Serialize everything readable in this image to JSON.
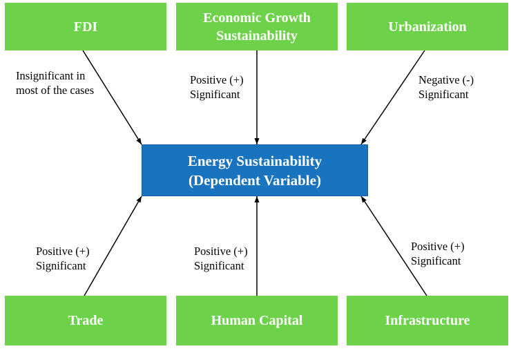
{
  "diagram": {
    "center": {
      "text": "Energy Sustainability\n(Dependent Variable)",
      "color": "#1a73be"
    },
    "node_color": "#6dd24a",
    "nodes": {
      "fdi": "FDI",
      "economic_growth": "Economic Growth\nSustainability",
      "urbanization": "Urbanization",
      "trade": "Trade",
      "human_capital": "Human Capital",
      "infrastructure": "Infrastructure"
    },
    "edge_labels": {
      "fdi": "Insignificant in\nmost of the cases",
      "economic_growth": "Positive (+)\nSignificant",
      "urbanization": "Negative (-)\nSignificant",
      "trade": "Positive (+)\nSignificant",
      "human_capital": "Positive (+)\nSignificant",
      "infrastructure": "Positive (+)\nSignificant"
    }
  }
}
